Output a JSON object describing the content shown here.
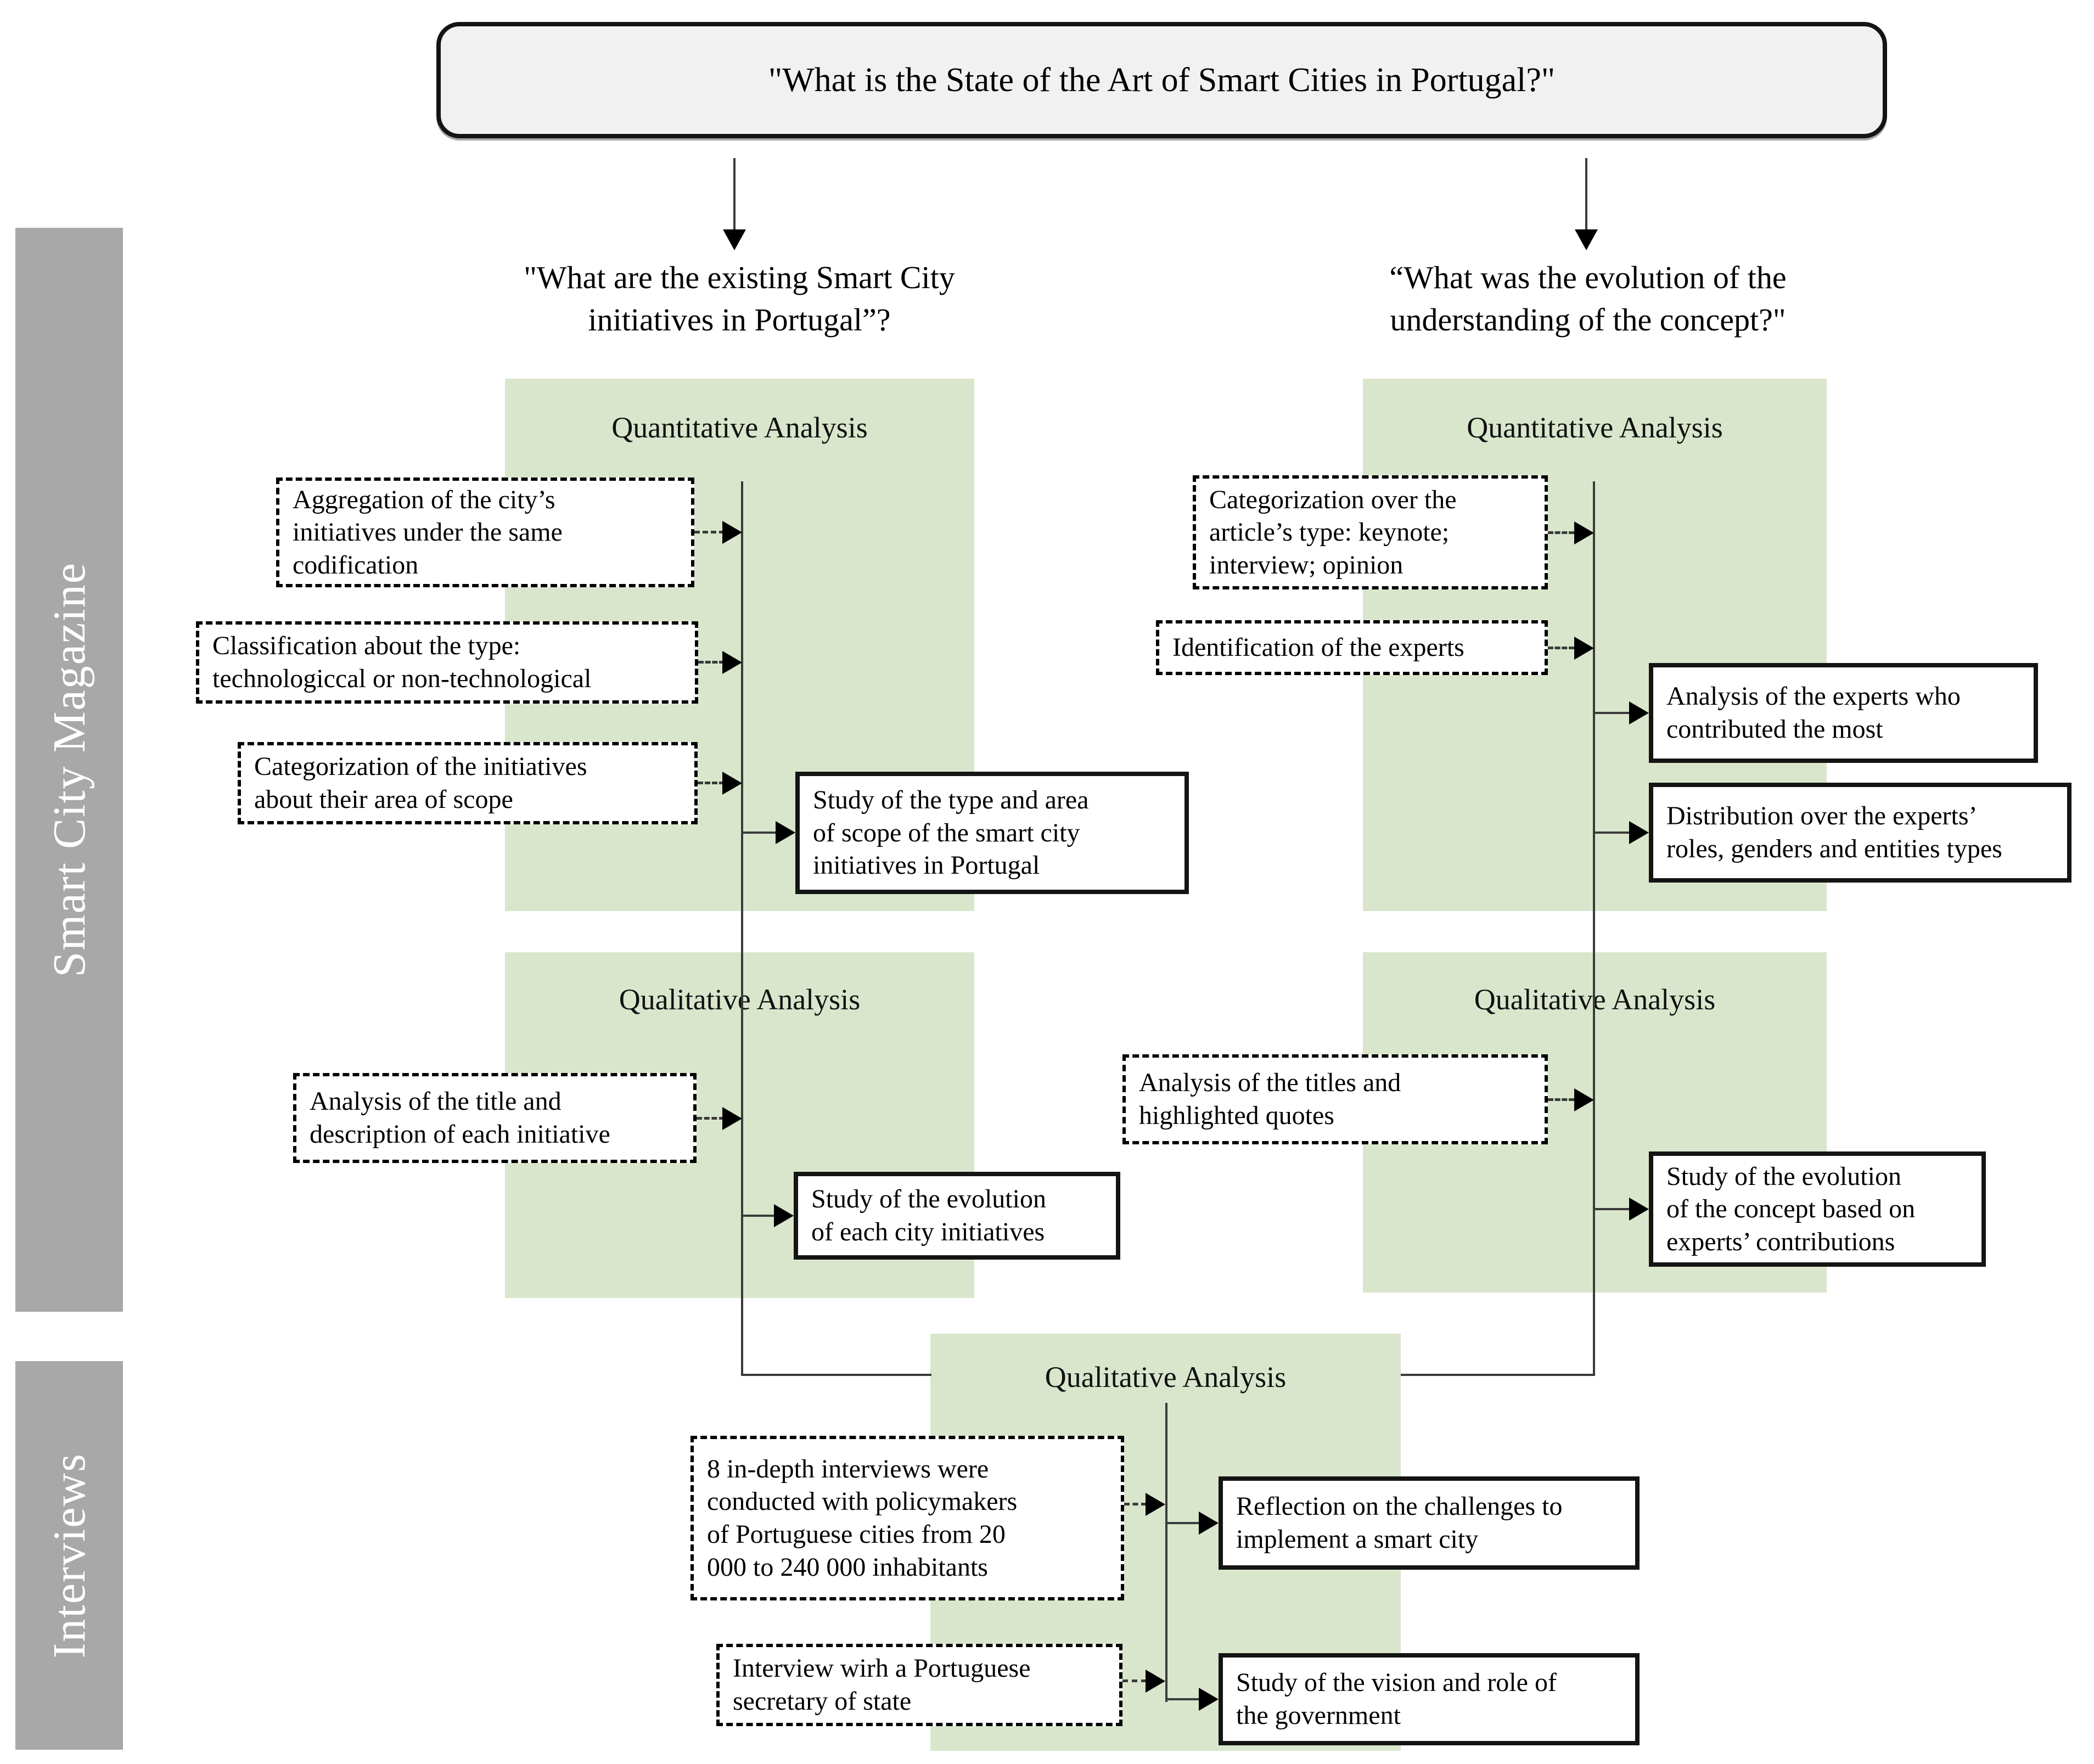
{
  "colors": {
    "green": "#d9e6cc",
    "gray": "#a8a8a8",
    "panel": "#f1f1f1",
    "line": "#3a3a3a",
    "border": "#141414"
  },
  "main_question": "\"What is the State of the Art of Smart Cities in Portugal?\"",
  "sidebar": {
    "magazine": "Smart City Magazine",
    "interviews": "Interviews"
  },
  "left_branch": {
    "question": "\"What are the existing Smart City\ninitiatives in Portugal”?",
    "quantitative": {
      "title": "Quantitative Analysis",
      "inputs": [
        "Aggregation of the city’s\ninitiatives under the same\ncodification",
        "Classification about the type:\ntechnologiccal or non-technological",
        "Categorization of the initiatives\nabout their area of scope"
      ],
      "outputs": [
        "Study of the type and area\nof scope of the smart city\ninitiatives in Portugal"
      ]
    },
    "qualitative": {
      "title": "Qualitative Analysis",
      "inputs": [
        "Analysis of the title and\ndescription of each initiative"
      ],
      "outputs": [
        "Study of the evolution\nof each city initiatives"
      ]
    }
  },
  "right_branch": {
    "question": "“What was the evolution of the\nunderstanding of the concept?\"",
    "quantitative": {
      "title": "Quantitative Analysis",
      "inputs": [
        "Categorization over the\narticle’s type: keynote;\ninterview; opinion",
        "Identification of the experts"
      ],
      "outputs": [
        "Analysis of the experts who\ncontributed the most",
        "Distribution over the experts’\nroles, genders and entities types"
      ]
    },
    "qualitative": {
      "title": "Qualitative Analysis",
      "inputs": [
        "Analysis of the titles and\nhighlighted quotes"
      ],
      "outputs": [
        "Study of the evolution\nof the concept based on\nexperts’ contributions"
      ]
    }
  },
  "interviews_branch": {
    "title": "Qualitative Analysis",
    "inputs": [
      "8 in-depth interviews were\nconducted with policymakers\nof Portuguese cities from 20\n000 to 240 000 inhabitants",
      "Interview wirh a Portuguese\nsecretary of state"
    ],
    "outputs": [
      "Reflection on the challenges to\nimplement a smart city",
      "Study of the vision and role of\nthe government"
    ]
  }
}
